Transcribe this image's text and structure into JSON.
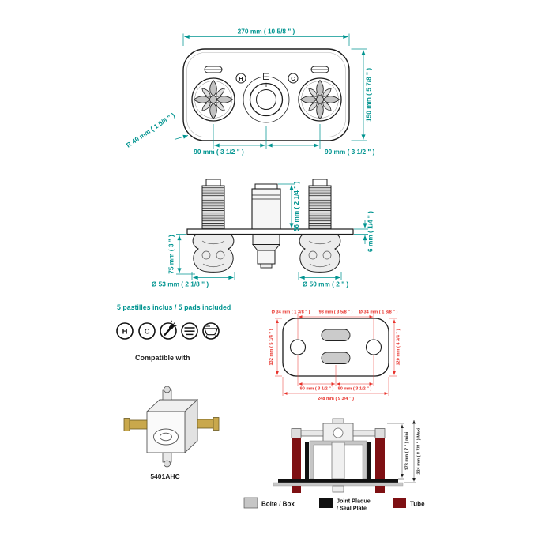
{
  "front_view": {
    "width": "270 mm ( 10 5/8 \" )",
    "height": "150 mm ( 5 7/8 \" )",
    "corner_radius": "R 40 mm ( 1 5/8 \" )",
    "left_center_spacing": "90 mm ( 3 1/2 \" )",
    "right_center_spacing": "90 mm ( 3 1/2 \" )",
    "hot": "H",
    "cold": "C"
  },
  "side_view": {
    "stem_height": "56 mm ( 2 1/4 \" )",
    "plate_thickness": "6 mm ( 1/4 \" )",
    "handle_depth": "75 mm ( 3 \" )",
    "left_handle_diameter": "Ø 53 mm ( 2 1/8 \" )",
    "right_knob_diameter": "Ø 50 mm ( 2 \" )"
  },
  "pads": {
    "title": "5 pastilles inclus / 5 pads included",
    "hot": "H",
    "cold": "C",
    "icons": [
      "hot",
      "cold",
      "handshower",
      "cascade",
      "bathtub"
    ]
  },
  "seal_plate": {
    "left_hole_diameter": "Ø 34 mm ( 1 3/8 \" )",
    "top_center_width": "93 mm ( 3 5/8 \" )",
    "right_hole_diameter": "Ø 34 mm ( 1 3/8 \" )",
    "left_height": "132 mm ( 5 1/4 \" )",
    "right_height": "120 mm ( 4 3/4 \" )",
    "bottom_left_spacing": "90 mm ( 3 1/2 \" )",
    "bottom_right_spacing": "90 mm ( 3 1/2 \" )",
    "total_width": "248 mm ( 9 3/4 \" )"
  },
  "compatible": {
    "title": "Compatible with",
    "model": "5401AHC"
  },
  "installation": {
    "depth_min": "178 mm ( 7 \" ) mini",
    "depth_max": "224 mm ( 8 7/8 \" ) Maxi"
  },
  "legend": {
    "box": "Boite / Box",
    "seal_plate_line1": "Joint Plaque",
    "seal_plate_line2": "/ Seal Plate",
    "tube": "Tube"
  },
  "colors": {
    "teal": "#009490",
    "red": "#e8312a",
    "tube": "#7e1013",
    "box_gray": "#c6c6c6",
    "seal_black": "#111111"
  }
}
